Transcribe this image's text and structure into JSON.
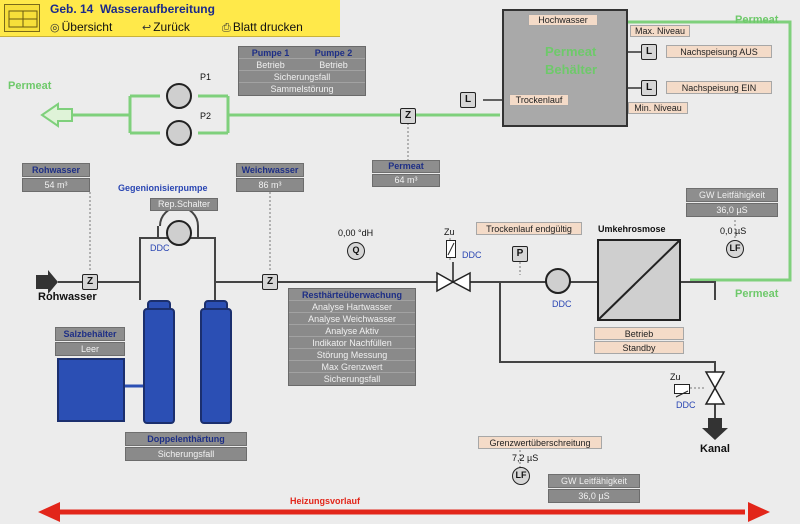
{
  "header": {
    "title": "Geb. 14  Wasseraufbereitung",
    "nav": {
      "overview": "Übersicht",
      "back": "Zurück",
      "print": "Blatt drucken"
    }
  },
  "permeat_tank": {
    "title_line1": "Permeat",
    "title_line2": "Behälter",
    "hochwasser": "Hochwasser",
    "trockenlauf": "Trockenlauf",
    "max_niveau": "Max. Niveau",
    "min_niveau": "Min. Niveau",
    "nachspeisung_aus": "Nachspeisung AUS",
    "nachspeisung_ein": "Nachspeisung EIN",
    "level_icon": "L"
  },
  "pumps_table": {
    "col1": "Pumpe 1",
    "col2": "Pumpe 2",
    "row1_col1": "Betrieb",
    "row1_col2": "Betrieb",
    "row2": "Sicherungsfall",
    "row3": "Sammelstörung"
  },
  "labels": {
    "permeat_left": "Permeat",
    "permeat_right_top": "Permeat",
    "permeat_right_bottom": "Permeat",
    "p1": "P1",
    "p2": "P2",
    "rohwasser": "Rohwasser",
    "rohwasser_value": "54 m³",
    "rohwasser_inlet": "Rohwasser",
    "gegenionisierpumpe": "Gegenionisierpumpe",
    "rep_schalter": "Rep.Schalter",
    "ddc": "DDC",
    "weichwasser": "Weichwasser",
    "weichwasser_value": "86 m³",
    "permeat_meter": "Permeat",
    "permeat_meter_value": "64 m³",
    "q_value": "0,00 °dH",
    "zu": "Zu",
    "trockenlauf_endgueltig": "Trockenlauf endgültig",
    "umkehrosmose": "Umkehrosmose",
    "gw_leitfaehigkeit": "GW Leitfähigkeit",
    "gw_leitfaehigkeit_value": "36,0 µS",
    "lf_value_right": "0,0 µS",
    "betrieb": "Betrieb",
    "standby": "Standby",
    "salzbehaelter": "Salzbehälter",
    "salzbehaelter_value": "Leer",
    "doppelenthaertung": "Doppelenthärtung",
    "doppelenthaertung_value": "Sicherungsfall",
    "kanal": "Kanal",
    "grenzwert": "Grenzwertüberschreitung",
    "lf_value_bottom": "7,2 µS",
    "gw_leitfaehigkeit_bottom": "GW Leitfähigkeit",
    "gw_leitfaehigkeit_bottom_value": "36,0 µS",
    "heizungsvorlauf": "Heizungsvorlauf",
    "z": "Z",
    "q": "Q",
    "p": "P",
    "lf": "LF",
    "l": "L"
  },
  "restharte": {
    "title": "Resthärteüberwachung",
    "items": [
      "Analyse Hartwasser",
      "Analyse Weichwasser",
      "Analyse Aktiv",
      "Indikator Nachfüllen",
      "Störung Messung",
      "Max Grenzwert",
      "Sicherungsfall"
    ]
  },
  "colors": {
    "permeat_green": "#6ec96a",
    "water_blue": "#2b4fb4",
    "heating_red": "#e2261a",
    "menu_yellow": "#ffe94a",
    "label_blue": "#1e2f86"
  }
}
